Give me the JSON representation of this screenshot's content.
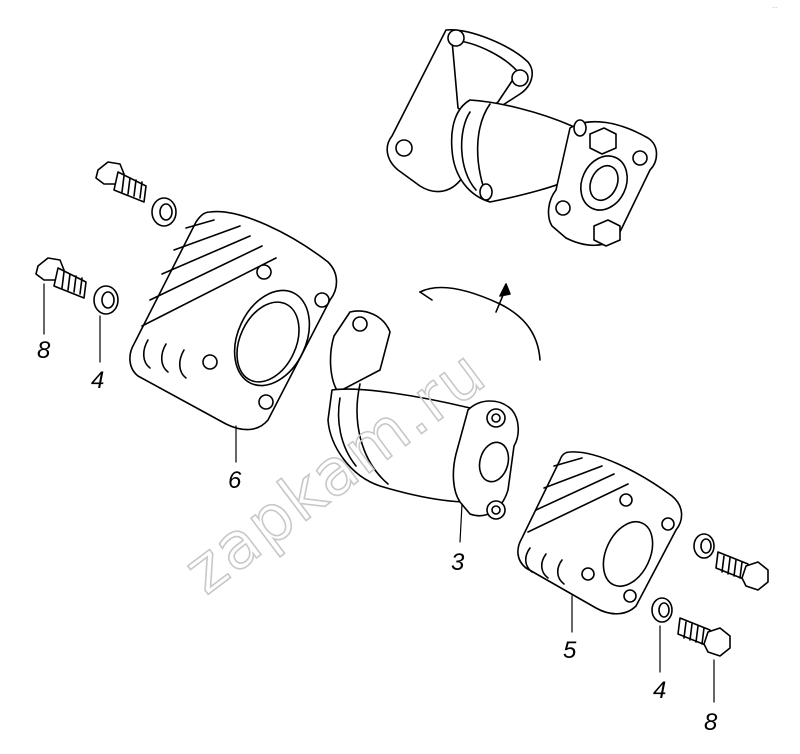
{
  "diagram": {
    "callouts": [
      {
        "id": "c8-left",
        "label": "8"
      },
      {
        "id": "c4-left",
        "label": "4"
      },
      {
        "id": "c6",
        "label": "6"
      },
      {
        "id": "c3",
        "label": "3"
      },
      {
        "id": "c5",
        "label": "5"
      },
      {
        "id": "c4-right",
        "label": "4"
      },
      {
        "id": "c8-right",
        "label": "8"
      }
    ],
    "watermark": "zapkam.ru",
    "corner_mark": "..."
  }
}
